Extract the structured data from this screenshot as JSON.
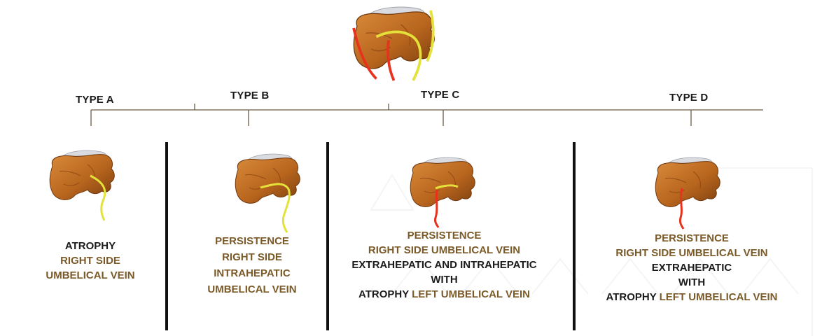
{
  "types": [
    {
      "label": "TYPE A"
    },
    {
      "label": "TYPE B"
    },
    {
      "label": "TYPE C"
    },
    {
      "label": "TYPE D"
    }
  ],
  "descriptions": {
    "a": [
      {
        "text": "ATROPHY",
        "tone": "dark"
      },
      {
        "text": "RIGHT SIDE",
        "tone": "brown"
      },
      {
        "text": "UMBELICAL VEIN",
        "tone": "brown"
      }
    ],
    "b": [
      {
        "text": "PERSISTENCE",
        "tone": "brown"
      },
      {
        "text": "RIGHT SIDE",
        "tone": "brown"
      },
      {
        "text": "INTRAHEPATIC",
        "tone": "brown"
      },
      {
        "text": "UMBELICAL VEIN",
        "tone": "brown"
      }
    ],
    "c": {
      "l1": "PERSISTENCE",
      "l2": "RIGHT SIDE UMBELICAL VEIN",
      "l3": "EXTRAHEPATIC AND INTRAHEPATIC",
      "l4": "WITH",
      "l5a": "ATROPHY",
      "l5b": "LEFT UMBELICAL VEIN"
    },
    "d": {
      "l1": "PERSISTENCE",
      "l2": "RIGHT SIDE UMBELICAL VEIN",
      "l3": "EXTRAHEPATIC",
      "l4": "WITH",
      "l5a": "ATROPHY",
      "l5b": "LEFT UMBELICAL VEIN"
    }
  },
  "colors": {
    "liver": "#b8651e",
    "liver_dark": "#7a3e0e",
    "vein_red": "#e8321e",
    "vein_yellow": "#e4e23a",
    "tree_line": "#6b5a45",
    "divider": "#111111"
  }
}
